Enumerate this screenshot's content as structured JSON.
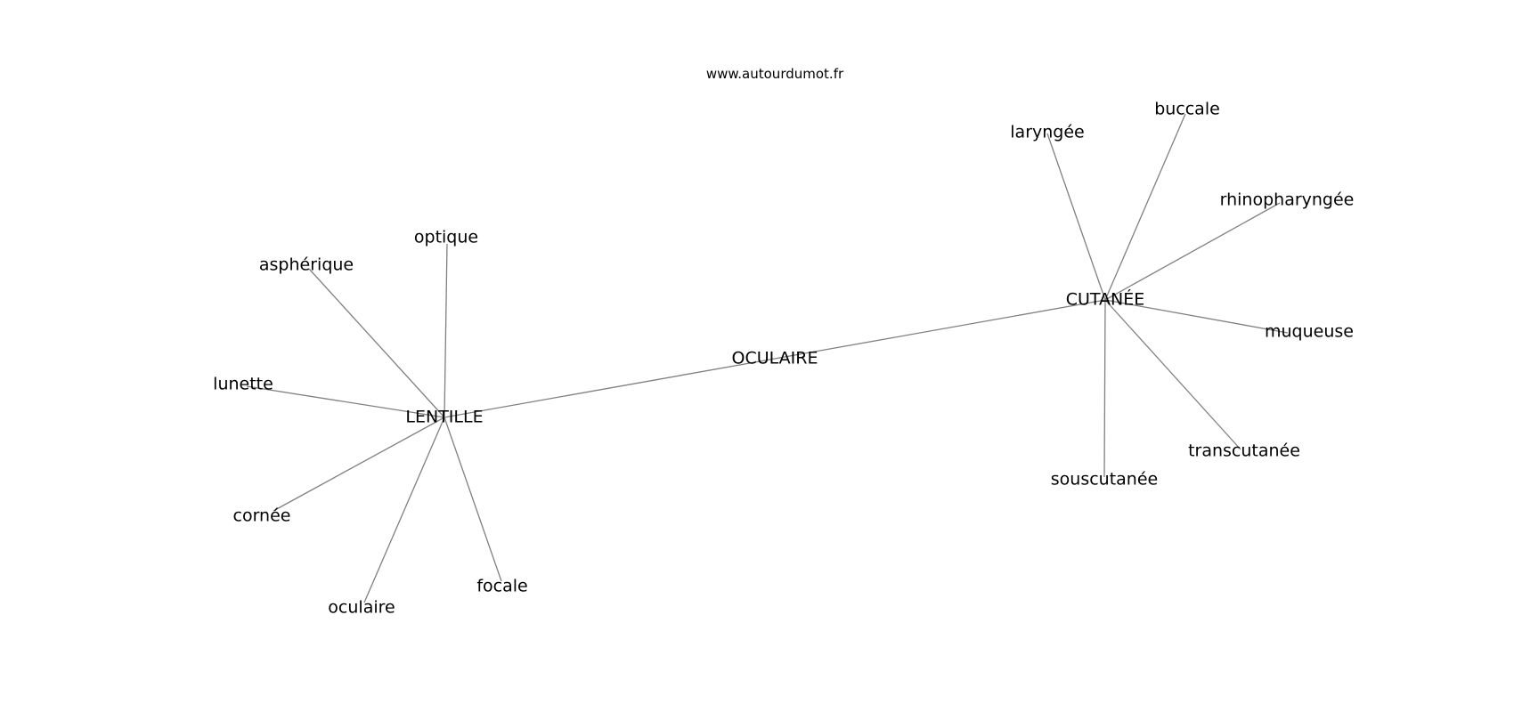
{
  "watermark": "www.autourdumot.fr",
  "colors": {
    "edge": "#808080",
    "text": "#000000",
    "background": "#ffffff"
  },
  "graph": {
    "nodes": [
      {
        "id": "oculaire_hub",
        "label": "OCULAIRE"
      },
      {
        "id": "lentille",
        "label": "LENTILLE"
      },
      {
        "id": "cutanee",
        "label": "CUTANÉE"
      },
      {
        "id": "optique",
        "label": "optique"
      },
      {
        "id": "aspherique",
        "label": "asphérique"
      },
      {
        "id": "lunette",
        "label": "lunette"
      },
      {
        "id": "cornee",
        "label": "cornée"
      },
      {
        "id": "oculaire",
        "label": "oculaire"
      },
      {
        "id": "focale",
        "label": "focale"
      },
      {
        "id": "laryngee",
        "label": "laryngée"
      },
      {
        "id": "buccale",
        "label": "buccale"
      },
      {
        "id": "rhinopharyngee",
        "label": "rhinopharyngée"
      },
      {
        "id": "muqueuse",
        "label": "muqueuse"
      },
      {
        "id": "transcutanee",
        "label": "transcutanée"
      },
      {
        "id": "souscutanee",
        "label": "souscutanée"
      }
    ],
    "edges": [
      {
        "source": "lentille",
        "target": "oculaire_hub"
      },
      {
        "source": "oculaire_hub",
        "target": "cutanee"
      },
      {
        "source": "lentille",
        "target": "optique"
      },
      {
        "source": "lentille",
        "target": "aspherique"
      },
      {
        "source": "lentille",
        "target": "lunette"
      },
      {
        "source": "lentille",
        "target": "cornee"
      },
      {
        "source": "lentille",
        "target": "oculaire"
      },
      {
        "source": "lentille",
        "target": "focale"
      },
      {
        "source": "cutanee",
        "target": "laryngee"
      },
      {
        "source": "cutanee",
        "target": "buccale"
      },
      {
        "source": "cutanee",
        "target": "rhinopharyngee"
      },
      {
        "source": "cutanee",
        "target": "muqueuse"
      },
      {
        "source": "cutanee",
        "target": "transcutanee"
      },
      {
        "source": "cutanee",
        "target": "souscutanee"
      }
    ]
  }
}
